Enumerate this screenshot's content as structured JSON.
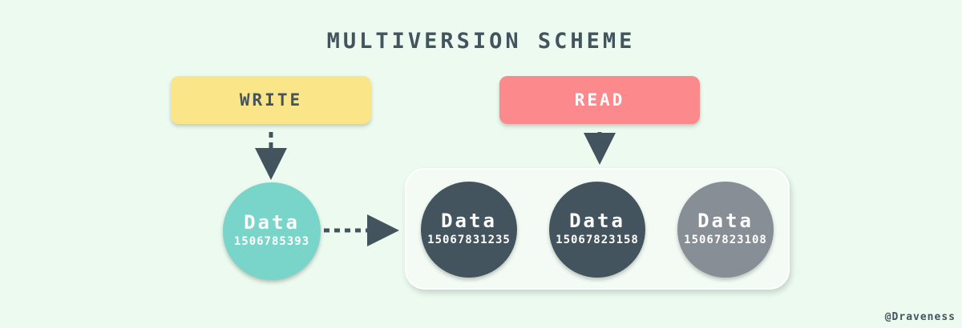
{
  "title": "MULTIVERSION SCHEME",
  "watermark": "@Draveness",
  "nodes": {
    "write": {
      "label": "WRITE"
    },
    "read": {
      "label": "READ"
    },
    "write_version": {
      "label": "Data",
      "version": "1506785393"
    },
    "versions": [
      {
        "label": "Data",
        "version": "15067831235"
      },
      {
        "label": "Data",
        "version": "15067823158"
      },
      {
        "label": "Data",
        "version": "15067823108"
      }
    ]
  },
  "icons": {
    "arrow_write_to_version": "dashed-arrow-down",
    "arrow_read_to_store": "dashed-arrow-down",
    "arrow_version_to_store": "dashed-arrow-right"
  },
  "colors": {
    "background": "#ECFAEF",
    "write_fill": "#FAE588",
    "read_fill": "#FC8A8C",
    "teal_fill": "#79D5C9",
    "dark_fill": "#44545F",
    "gray_fill": "#878E96",
    "store_fill": "#F4FBF5",
    "store_border": "#FFFFFF",
    "text_dark": "#44545F",
    "text_light": "#FFFFFF"
  }
}
